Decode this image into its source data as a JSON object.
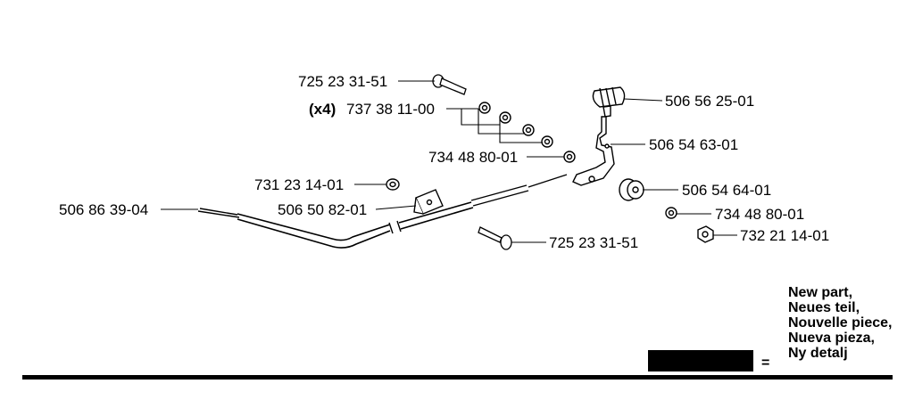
{
  "labels": {
    "bolt_top": "725 23 31-51",
    "washers_qty": "(x4)",
    "washers": "737 38 11-00",
    "handle_knob": "506 56 25-01",
    "lever_arm": "506 54 63-01",
    "washer_mid": "734 48 80-01",
    "nut_left": "731 23 14-01",
    "bushing": "506 54 64-01",
    "cable": "506 86 39-04",
    "bracket": "506 50 82-01",
    "washer_right": "734 48 80-01",
    "bolt_bottom": "725 23 31-51",
    "nut_right": "732 21 14-01"
  },
  "legend": {
    "lines": [
      "New part,",
      "Neues teil,",
      "Nouvelle piece,",
      "Nueva pieza,",
      "Ny detalj"
    ],
    "equals": "="
  }
}
